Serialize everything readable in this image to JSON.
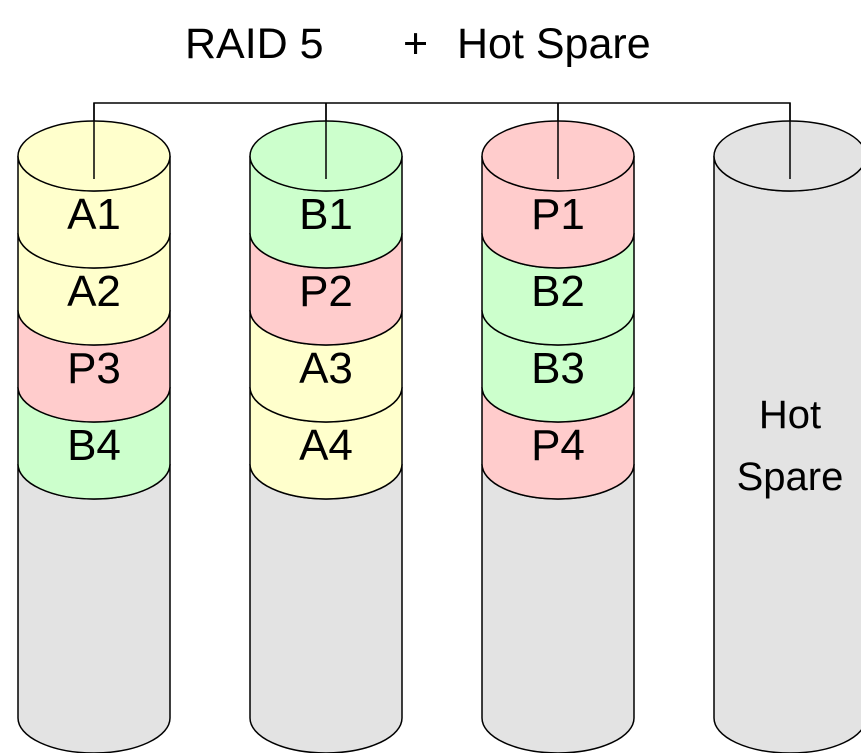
{
  "title": {
    "raid": "RAID 5",
    "plus": "+",
    "spare": "Hot Spare"
  },
  "colors": {
    "A": "#ffffcc",
    "B": "#ccffcc",
    "P": "#ffcccc",
    "empty": "#e3e3e3",
    "outline": "#000000"
  },
  "disks": [
    {
      "blocks": [
        {
          "label": "A1",
          "kind": "A"
        },
        {
          "label": "A2",
          "kind": "A"
        },
        {
          "label": "P3",
          "kind": "P"
        },
        {
          "label": "B4",
          "kind": "B"
        }
      ]
    },
    {
      "blocks": [
        {
          "label": "B1",
          "kind": "B"
        },
        {
          "label": "P2",
          "kind": "P"
        },
        {
          "label": "A3",
          "kind": "A"
        },
        {
          "label": "A4",
          "kind": "A"
        }
      ]
    },
    {
      "blocks": [
        {
          "label": "P1",
          "kind": "P"
        },
        {
          "label": "B2",
          "kind": "B"
        },
        {
          "label": "B3",
          "kind": "B"
        },
        {
          "label": "P4",
          "kind": "P"
        }
      ]
    }
  ],
  "hot_spare": {
    "line1": "Hot",
    "line2": "Spare"
  }
}
